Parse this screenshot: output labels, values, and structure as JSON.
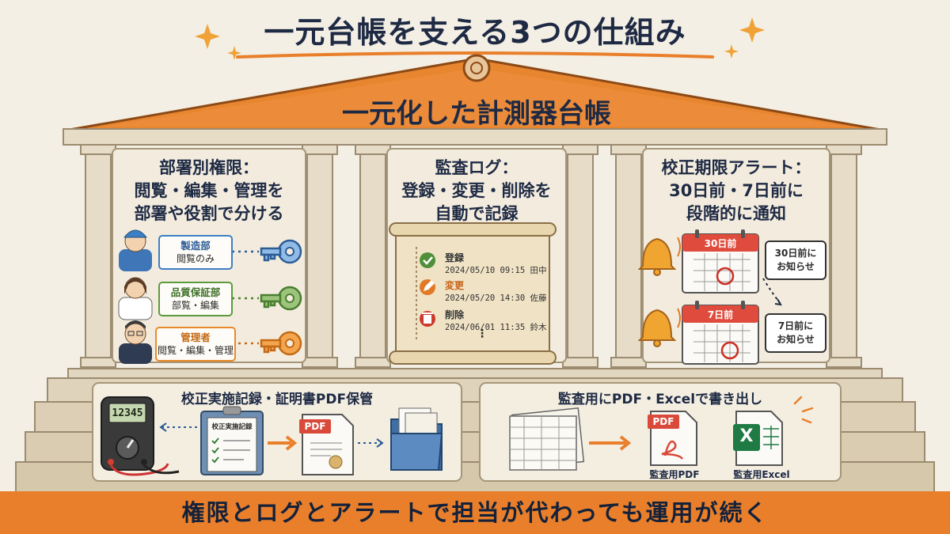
{
  "title": "一元台帳を支える3つの仕組み",
  "pediment_label": "一元化した計測器台帳",
  "pillars": [
    {
      "title_lines": [
        "部署別権限：",
        "閲覧・編集・管理を",
        "部署や役割で分ける"
      ],
      "roles": [
        {
          "name": "製造部",
          "permission": "閲覧のみ",
          "color": "#3d7fc4"
        },
        {
          "name": "品質保証部",
          "permission": "部覧・編集",
          "color": "#5c9a3e"
        },
        {
          "name": "管理者",
          "permission": "閲覧・編集・管理",
          "color": "#e98a2a"
        }
      ]
    },
    {
      "title_lines": [
        "監査ログ：",
        "登録・変更・削除を",
        "自動で記録"
      ],
      "log_entries": [
        {
          "action": "登録",
          "date": "2024/05/10",
          "time": "09:15",
          "user": "田中",
          "icon": "edit-check-icon",
          "color": "#4f8f3a"
        },
        {
          "action": "変更",
          "date": "2024/05/20",
          "time": "14:30",
          "user": "佐藤",
          "icon": "pencil-icon",
          "color": "#e07a26"
        },
        {
          "action": "削除",
          "date": "2024/06/01",
          "time": "11:35",
          "user": "鈴木",
          "icon": "trash-icon",
          "color": "#cc3b2e"
        }
      ],
      "ellipsis": "⋮"
    },
    {
      "title_lines": [
        "校正期限アラート：",
        "30日前・7日前に",
        "段階的に通知"
      ],
      "alerts": [
        {
          "calendar_label": "30日前",
          "bubble_lines": [
            "30日前に",
            "お知らせ"
          ]
        },
        {
          "calendar_label": "7日前",
          "bubble_lines": [
            "7日前に",
            "お知らせ"
          ]
        }
      ]
    }
  ],
  "base_left": {
    "title": "校正実施記録・証明書PDF保管",
    "meter_display": "12345",
    "clipboard_title": "校正実施記録",
    "pdf_tag": "PDF"
  },
  "base_right": {
    "title": "監査用にPDF・Excelで書き出し",
    "pdf_tag": "PDF",
    "pdf_label": "監査用PDF",
    "excel_letter": "X",
    "excel_label": "監査用Excel"
  },
  "banner": "権限とログとアラートで担当が代わっても運用が続く",
  "colors": {
    "accent_orange": "#e97f2b",
    "navy": "#1e2a44",
    "stone": "#e8dfcd",
    "panel": "#f2ebdc"
  }
}
